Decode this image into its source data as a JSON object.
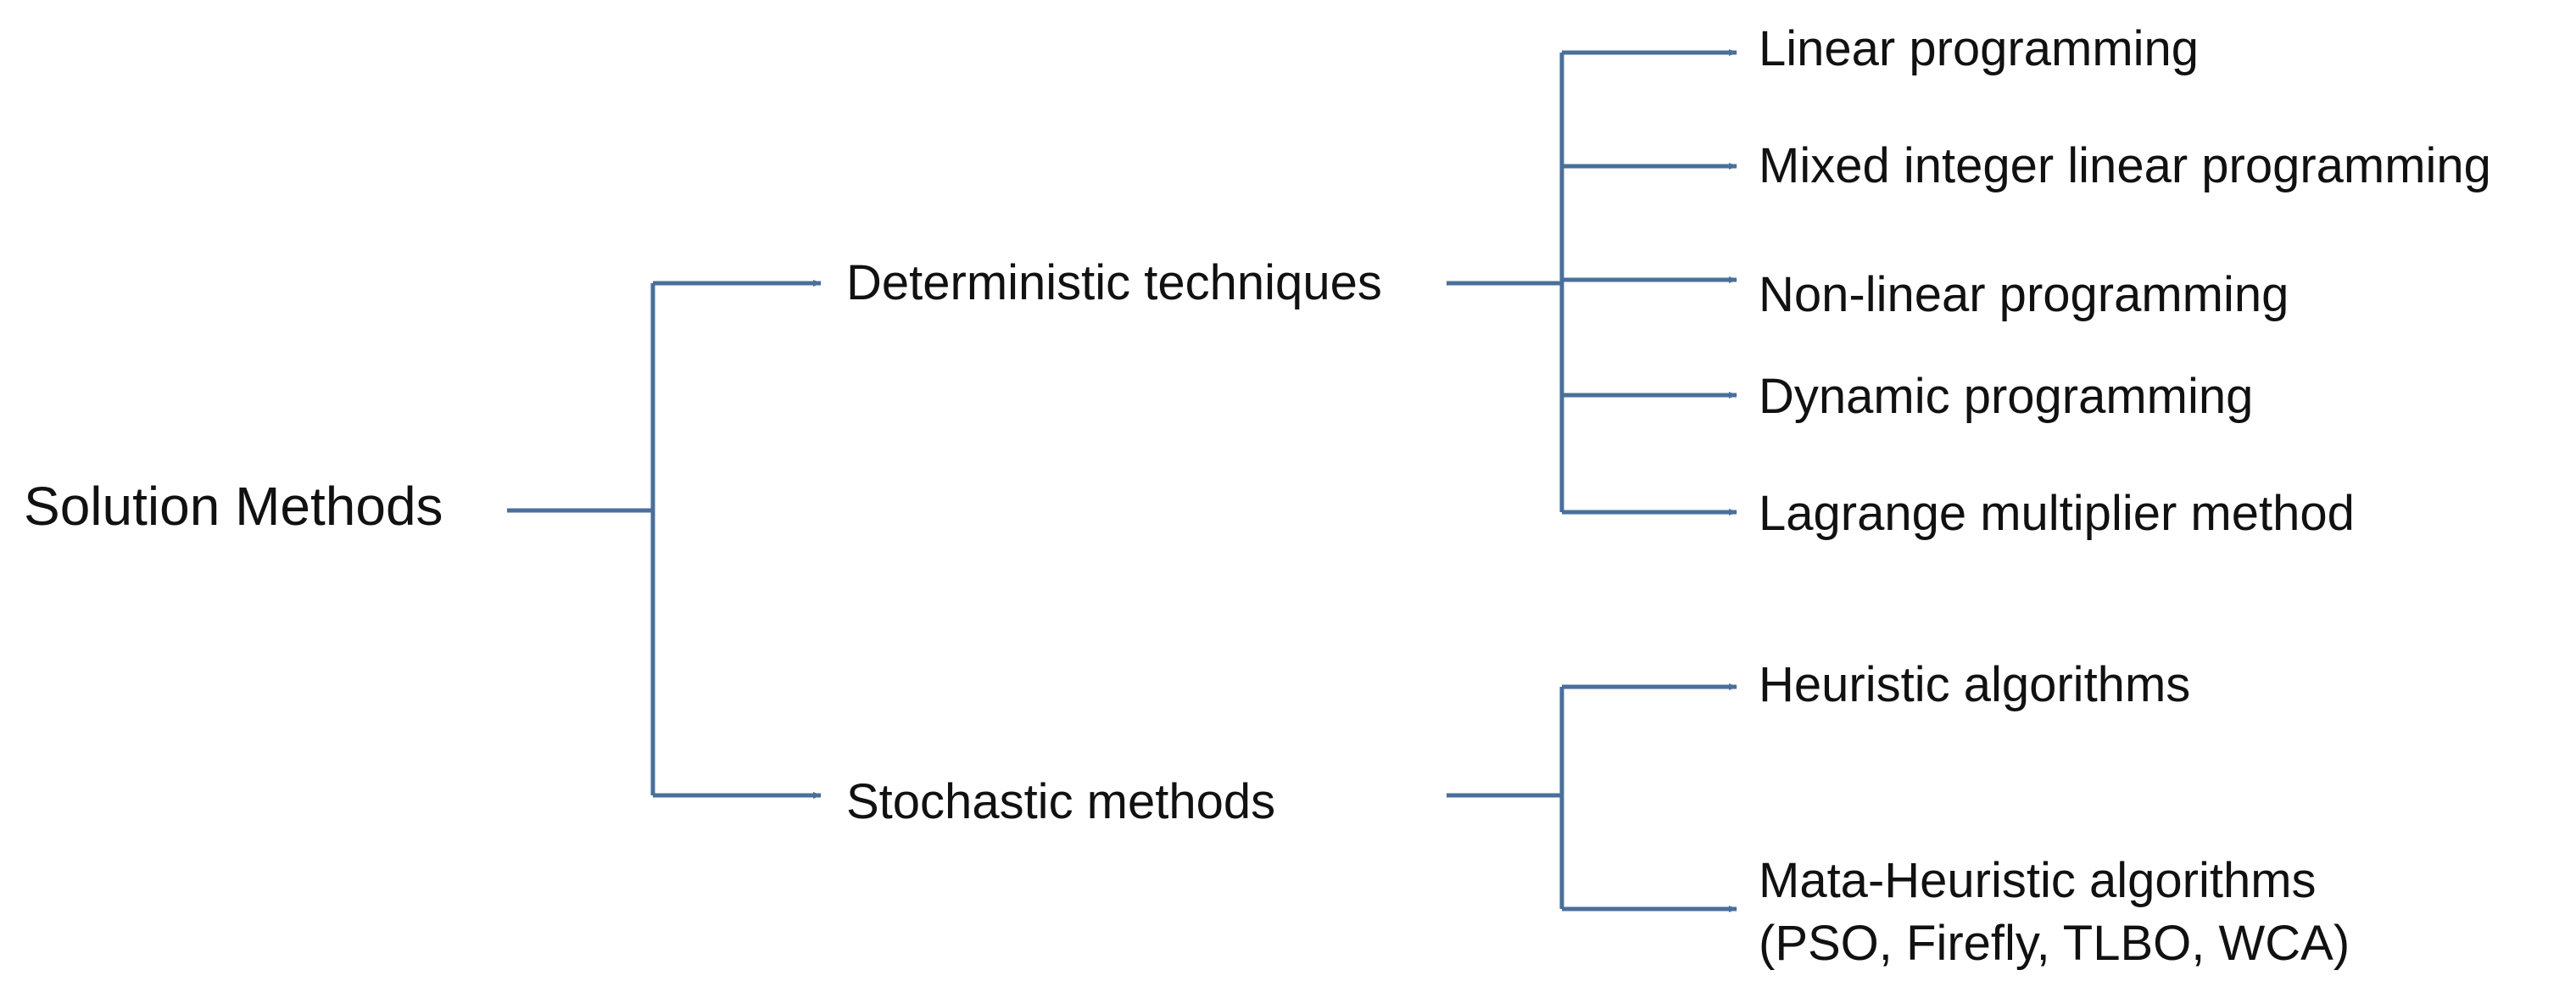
{
  "diagram": {
    "line_color": "#4a6f9a",
    "root": "Solution Methods",
    "branches": [
      {
        "label": "Deterministic techniques",
        "children": [
          "Linear programming",
          "Mixed integer linear programming",
          "Non-linear programming",
          "Dynamic programming",
          "Lagrange multiplier method"
        ]
      },
      {
        "label": "Stochastic methods",
        "children": [
          "Heuristic algorithms",
          "Mata-Heuristic algorithms",
          "(PSO, Firefly, TLBO, WCA)"
        ]
      }
    ]
  }
}
